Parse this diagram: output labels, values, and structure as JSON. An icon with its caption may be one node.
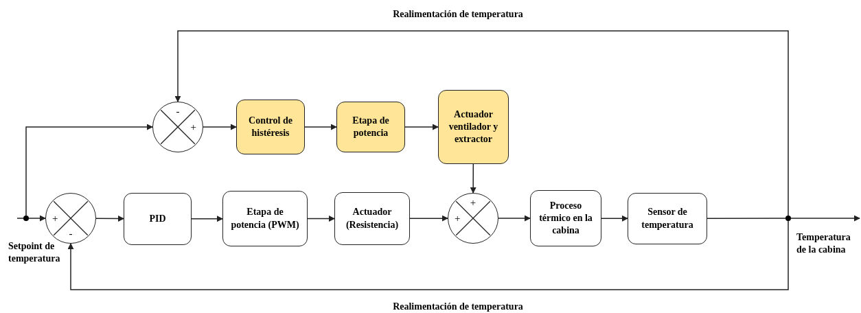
{
  "diagram": {
    "nodes": [
      {
        "text": [
          "-",
          "+"
        ]
      },
      {
        "text": [
          "Control de histéresis"
        ]
      },
      {
        "text": [
          "Etapa de potencia"
        ]
      },
      {
        "text": [
          "Actuador ventilador y extractor"
        ]
      },
      {
        "text": [
          "+",
          "-"
        ]
      },
      {
        "text": [
          "PID"
        ]
      },
      {
        "text": [
          "Etapa de potencia (PWM)"
        ]
      },
      {
        "text": [
          "Actuador (Resistencia)"
        ]
      },
      {
        "text": [
          "+",
          "+"
        ]
      },
      {
        "text": [
          "Proceso térmico en la cabina"
        ]
      },
      {
        "text": [
          "Sensor de temperatura"
        ]
      },
      {
        "text": [],
        "shape": "circle"
      },
      {
        "text": [],
        "shape": "circle"
      }
    ],
    "edges": [
      {
        "from": null,
        "to": 11,
        "arrow": "none"
      },
      {
        "from": 11,
        "to": 4,
        "arrow": "to"
      },
      {
        "from": 11,
        "to": 0,
        "arrow": "to"
      },
      {
        "from": 0,
        "to": 1,
        "arrow": "to"
      },
      {
        "from": 1,
        "to": 2,
        "arrow": "to"
      },
      {
        "from": 2,
        "to": 3,
        "arrow": "to"
      },
      {
        "from": 3,
        "to": 8,
        "arrow": "to"
      },
      {
        "from": 4,
        "to": 5,
        "arrow": "to"
      },
      {
        "from": 5,
        "to": 6,
        "arrow": "to"
      },
      {
        "from": 6,
        "to": 7,
        "arrow": "to"
      },
      {
        "from": 7,
        "to": 8,
        "arrow": "to"
      },
      {
        "from": 8,
        "to": 9,
        "arrow": "to"
      },
      {
        "from": 9,
        "to": 10,
        "arrow": "to"
      },
      {
        "from": 10,
        "to": 12,
        "arrow": "none"
      },
      {
        "from": 12,
        "to": null,
        "arrow": "to"
      },
      {
        "from": 12,
        "to": 0,
        "arrow": "to",
        "label": "Realimentación de temperatura"
      },
      {
        "from": 12,
        "to": 4,
        "arrow": "to",
        "label": "Realimentación de temperatura"
      }
    ],
    "labels": [
      "Setpoint de temperatura",
      "Temperatura de la cabina"
    ]
  }
}
